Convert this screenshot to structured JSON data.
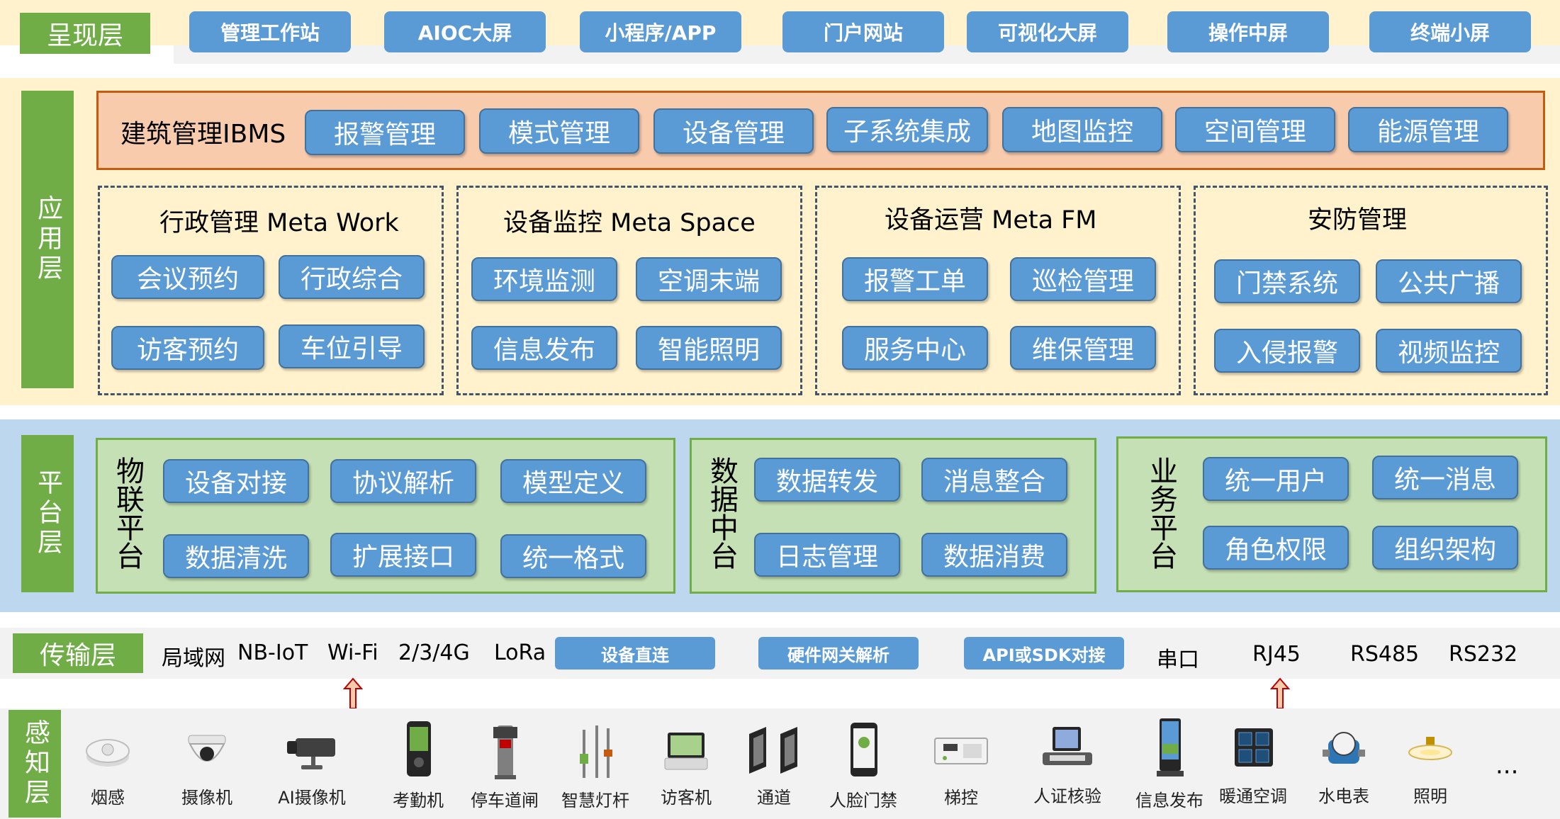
{
  "presentation": {
    "label": "呈现层",
    "items": [
      "管理工作站",
      "AIOC大屏",
      "小程序/APP",
      "门户网站",
      "可视化大屏",
      "操作中屏",
      "终端小屏"
    ]
  },
  "application": {
    "label": "应用层",
    "ibms": {
      "title": "建筑管理IBMS",
      "items": [
        "报警管理",
        "模式管理",
        "设备管理",
        "子系统集成",
        "地图监控",
        "空间管理",
        "能源管理"
      ]
    },
    "modules": [
      {
        "title": "行政管理 Meta Work",
        "items": [
          "会议预约",
          "行政综合",
          "访客预约",
          "车位引导"
        ]
      },
      {
        "title": "设备监控 Meta Space",
        "items": [
          "环境监测",
          "空调末端",
          "信息发布",
          "智能照明"
        ]
      },
      {
        "title": "设备运营 Meta FM",
        "items": [
          "报警工单",
          "巡检管理",
          "服务中心",
          "维保管理"
        ]
      },
      {
        "title": "安防管理",
        "items": [
          "门禁系统",
          "公共广播",
          "入侵报警",
          "视频监控"
        ]
      }
    ]
  },
  "platform": {
    "label": "平台层",
    "groups": [
      {
        "title": "物联平台",
        "items": [
          "设备对接",
          "协议解析",
          "模型定义",
          "数据清洗",
          "扩展接口",
          "统一格式"
        ]
      },
      {
        "title": "数据中台",
        "items": [
          "数据转发",
          "消息整合",
          "日志管理",
          "数据消费"
        ]
      },
      {
        "title": "业务平台",
        "items": [
          "统一用户",
          "统一消息",
          "角色权限",
          "组织架构"
        ]
      }
    ]
  },
  "transport": {
    "label": "传输层",
    "protocols": [
      "局域网",
      "NB-IoT",
      "Wi-Fi",
      "2/3/4G",
      "LoRa"
    ],
    "methods": [
      "设备直连",
      "硬件网关解析",
      "API或SDK对接"
    ],
    "ports": [
      "串口",
      "RJ45",
      "RS485",
      "RS232"
    ]
  },
  "perception": {
    "label": "感知层",
    "devices": [
      {
        "name": "烟感",
        "icon": "smoke-detector-icon"
      },
      {
        "name": "摄像机",
        "icon": "dome-camera-icon"
      },
      {
        "name": "AI摄像机",
        "icon": "bullet-camera-icon"
      },
      {
        "name": "考勤机",
        "icon": "attendance-machine-icon"
      },
      {
        "name": "停车道闸",
        "icon": "parking-barrier-icon"
      },
      {
        "name": "智慧灯杆",
        "icon": "smart-lamp-pole-icon"
      },
      {
        "name": "访客机",
        "icon": "visitor-kiosk-icon"
      },
      {
        "name": "通道",
        "icon": "turnstile-icon"
      },
      {
        "name": "人脸门禁",
        "icon": "face-access-icon"
      },
      {
        "name": "梯控",
        "icon": "elevator-control-icon"
      },
      {
        "name": "人证核验",
        "icon": "id-verification-icon"
      },
      {
        "name": "信息发布",
        "icon": "info-display-icon"
      },
      {
        "name": "暖通空调",
        "icon": "hvac-panel-icon"
      },
      {
        "name": "水电表",
        "icon": "water-meter-icon"
      },
      {
        "name": "照明",
        "icon": "lighting-icon"
      }
    ],
    "more": "···"
  }
}
